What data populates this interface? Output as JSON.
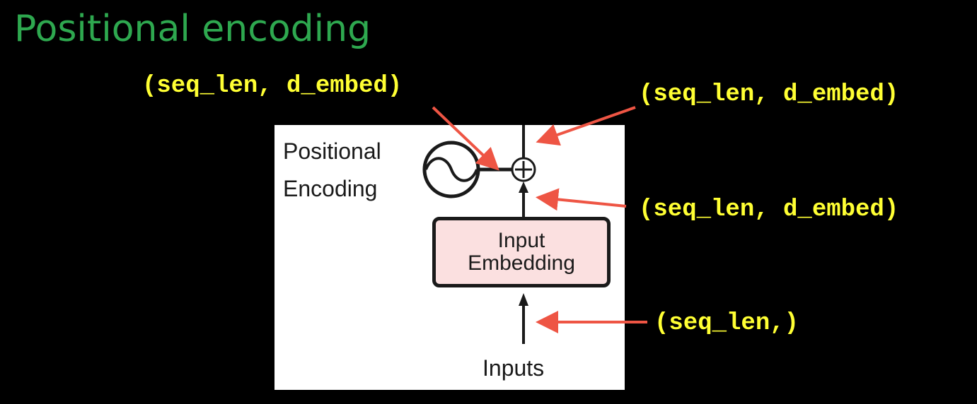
{
  "slide": {
    "title": "Positional encoding"
  },
  "annotations": {
    "top_left": "(seq_len, d_embed)",
    "top_right": "(seq_len, d_embed)",
    "mid_right": "(seq_len, d_embed)",
    "bottom_right": "(seq_len,)"
  },
  "figure": {
    "positional_encoding_line1": "Positional",
    "positional_encoding_line2": "Encoding",
    "embedding_line1": "Input",
    "embedding_line2": "Embedding",
    "inputs": "Inputs"
  },
  "colors": {
    "title": "#2ea84f",
    "annotation_text": "#ffff33",
    "annotation_arrow": "#ee5544",
    "embedding_box_fill": "#fbe0e0",
    "background": "#000000"
  },
  "icons": [
    "sine-wave-icon",
    "add-circle-icon"
  ]
}
